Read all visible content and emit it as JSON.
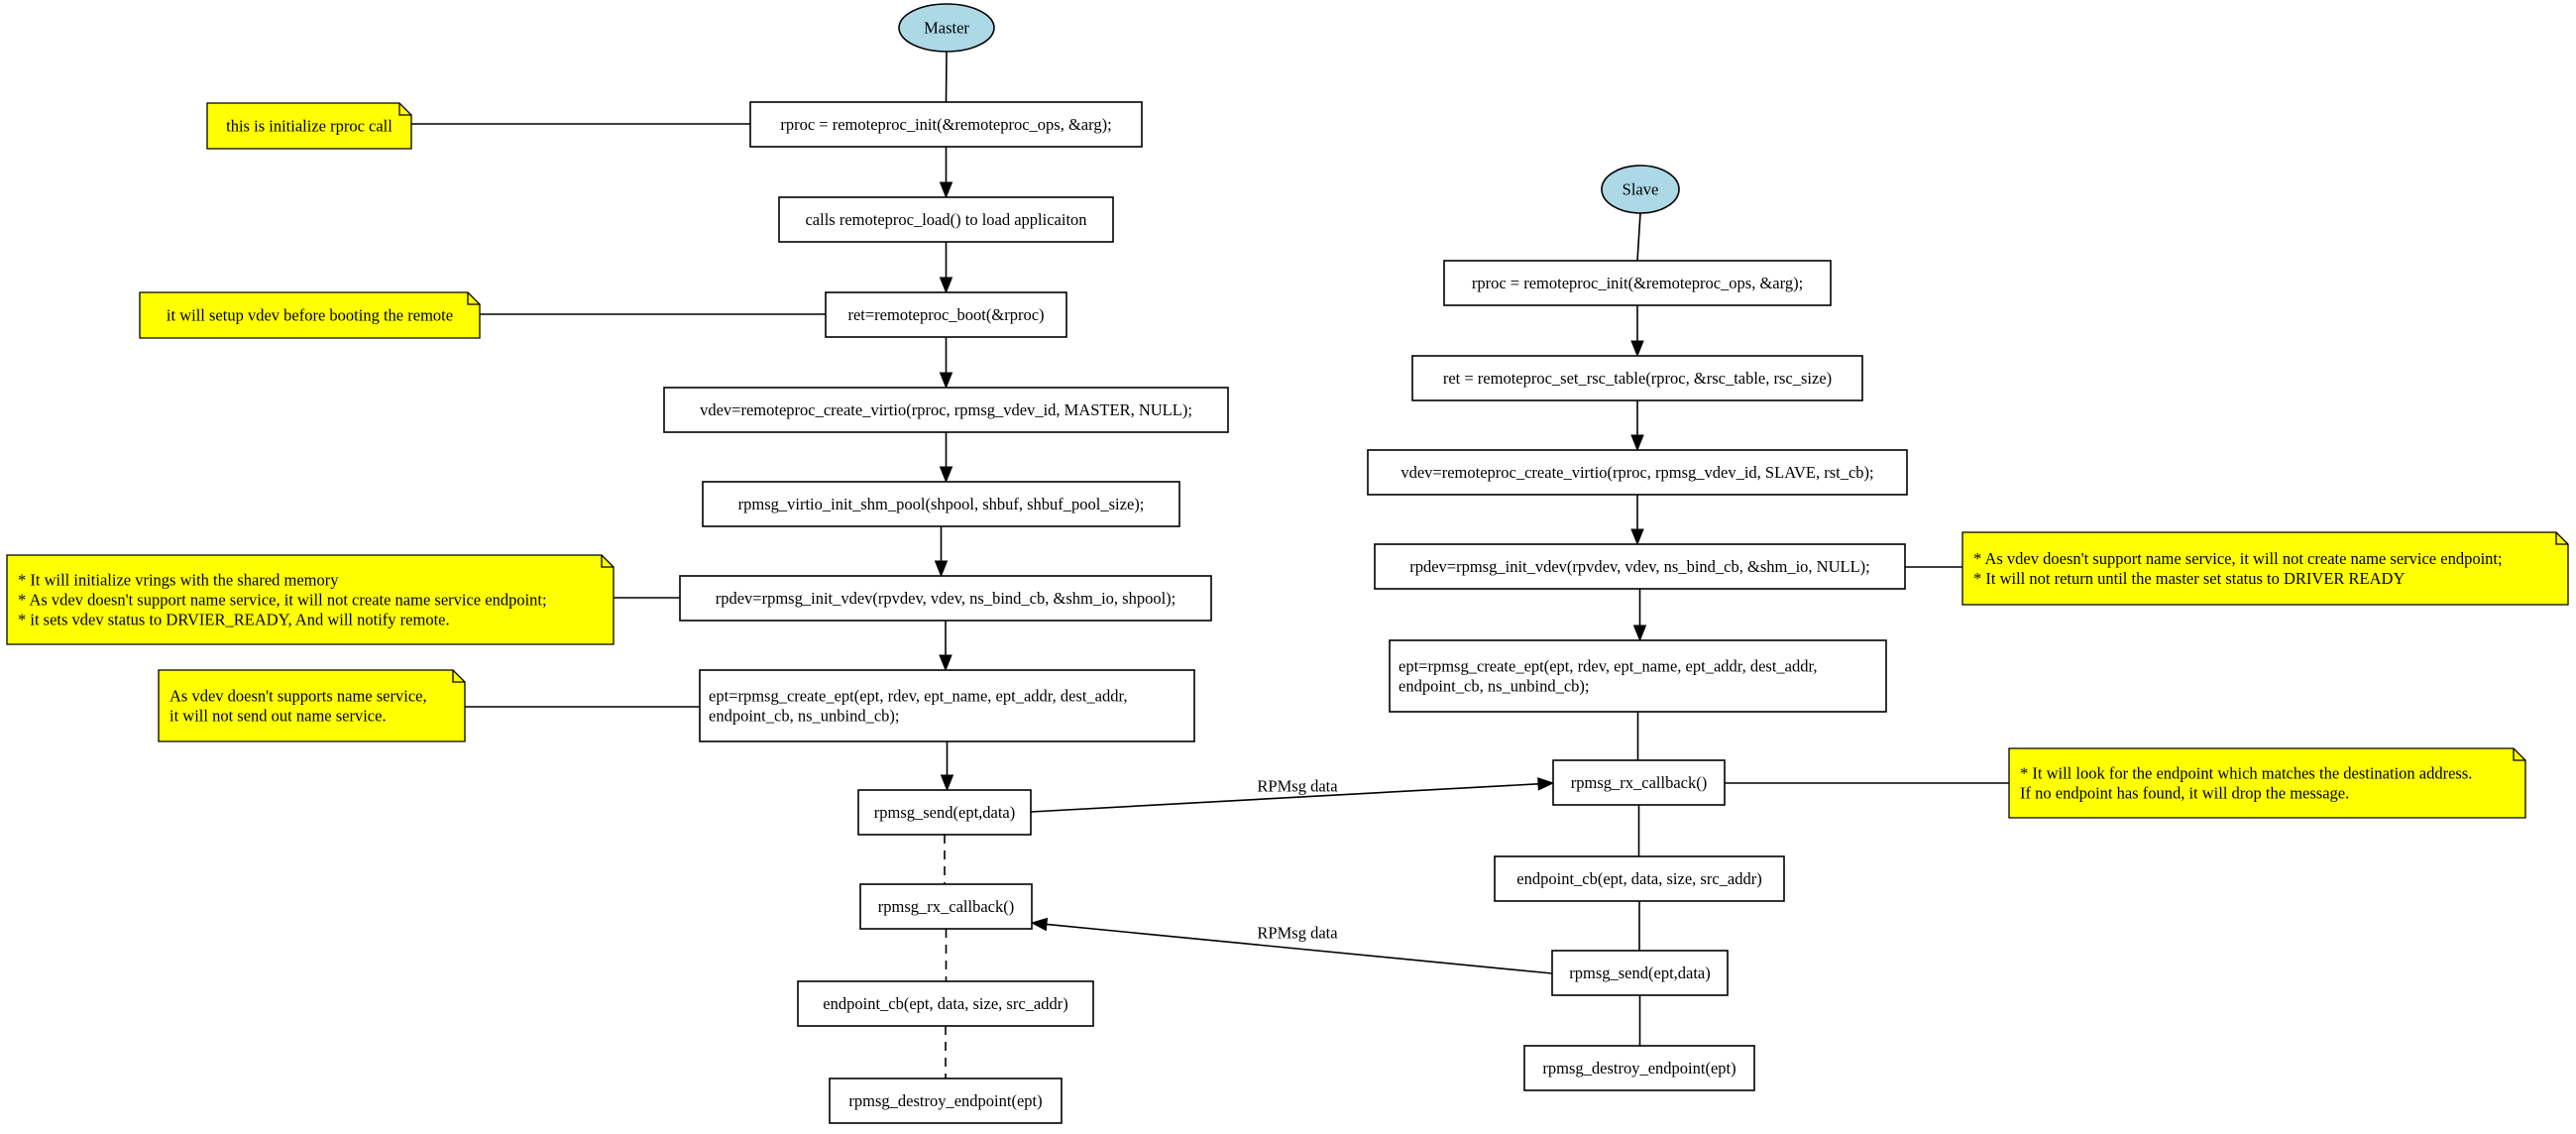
{
  "diagram": {
    "master": {
      "start_label": "Master",
      "steps": [
        "rproc = remoteproc_init(&remoteproc_ops, &arg);",
        "calls remoteproc_load() to load applicaiton",
        "ret=remoteproc_boot(&rproc)",
        "vdev=remoteproc_create_virtio(rproc, rpmsg_vdev_id, MASTER, NULL);",
        "rpmsg_virtio_init_shm_pool(shpool, shbuf, shbuf_pool_size);",
        "rpdev=rpmsg_init_vdev(rpvdev, vdev, ns_bind_cb, &shm_io, shpool);",
        "ept=rpmsg_create_ept(ept, rdev, ept_name, ept_addr, dest_addr,\nendpoint_cb, ns_unbind_cb);",
        "rpmsg_send(ept,data)",
        "rpmsg_rx_callback()",
        "endpoint_cb(ept, data, size, src_addr)",
        "rpmsg_destroy_endpoint(ept)"
      ]
    },
    "slave": {
      "start_label": "Slave",
      "steps": [
        "rproc = remoteproc_init(&remoteproc_ops, &arg);",
        "ret = remoteproc_set_rsc_table(rproc, &rsc_table, rsc_size)",
        "vdev=remoteproc_create_virtio(rproc, rpmsg_vdev_id, SLAVE, rst_cb);",
        "rpdev=rpmsg_init_vdev(rpvdev, vdev, ns_bind_cb, &shm_io, NULL);",
        "ept=rpmsg_create_ept(ept, rdev, ept_name, ept_addr, dest_addr,\nendpoint_cb, ns_unbind_cb);",
        "rpmsg_rx_callback()",
        "endpoint_cb(ept, data, size, src_addr)",
        "rpmsg_send(ept,data)",
        "rpmsg_destroy_endpoint(ept)"
      ]
    },
    "notes": [
      "this is initialize rproc call",
      "it will setup vdev before booting the remote",
      "* It will initialize vrings with the shared memory\n* As vdev doesn't support name service, it will not create name service endpoint;\n* it sets vdev status to DRVIER_READY, And will notify remote.",
      "As vdev doesn't supports name service,\nit will not send out name service.",
      "* As vdev doesn't support name service, it will not create name service endpoint;\n* It will not return until the master set status to DRIVER READY",
      "* It will look for the endpoint which matches the destination address.\nIf no endpoint has found, it will drop the message."
    ],
    "messages": [
      "RPMsg data",
      "RPMsg data"
    ]
  }
}
